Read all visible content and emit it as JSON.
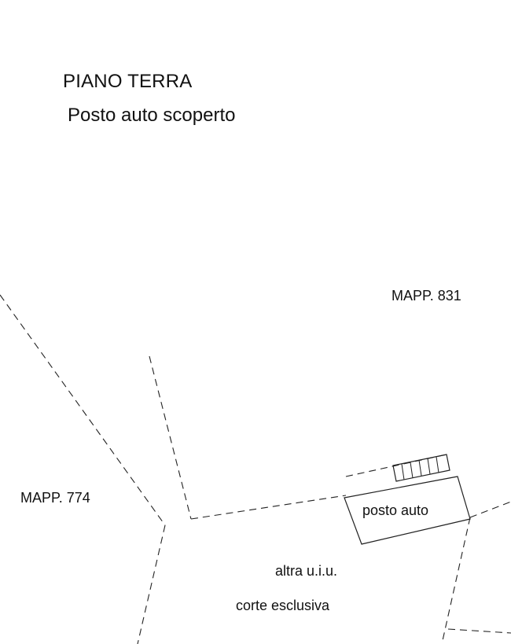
{
  "header": {
    "title": "PIANO TERRA",
    "subtitle": "Posto auto scoperto"
  },
  "labels": {
    "mapp_831": "MAPP. 831",
    "mapp_774": "MAPP. 774",
    "posto_auto": "posto auto",
    "altra_uiu": "altra u.i.u.",
    "corte_esclusiva": "corte esclusiva"
  }
}
